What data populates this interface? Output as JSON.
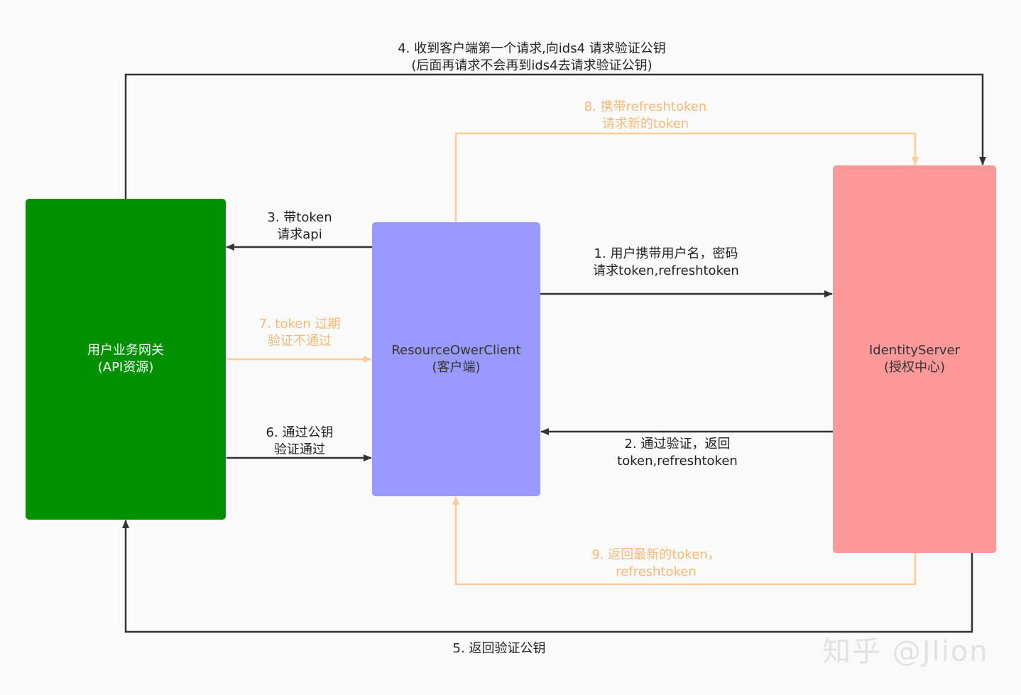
{
  "nodes": {
    "gateway": {
      "line1": "用户业务网关",
      "line2": "(API资源)"
    },
    "client": {
      "line1": "ResourceOwerClient",
      "line2": "(客户端)"
    },
    "identity": {
      "line1": "IdentityServer",
      "line2": "(授权中心)"
    }
  },
  "edges": {
    "step1": {
      "line1": "1. 用户携带用户名，密码",
      "line2": "请求token,refreshtoken"
    },
    "step2": {
      "line1": "2. 通过验证，返回",
      "line2": "token,refreshtoken"
    },
    "step3": {
      "line1": "3. 带token",
      "line2": "请求api"
    },
    "step4": {
      "line1": "4. 收到客户端第一个请求,向ids4 请求验证公钥",
      "line2": "(后面再请求不会再到ids4去请求验证公钥)"
    },
    "step5": {
      "line1": "5. 返回验证公钥"
    },
    "step6": {
      "line1": "6. 通过公钥",
      "line2": "验证通过"
    },
    "step7": {
      "line1": "7. token 过期",
      "line2": "验证不通过"
    },
    "step8": {
      "line1": "8. 携带refreshtoken",
      "line2": "请求新的token"
    },
    "step9": {
      "line1": "9. 返回最新的token，",
      "line2": "refreshtoken"
    }
  },
  "watermark": "知乎 @Jlion",
  "colors": {
    "gateway": "#009000",
    "client": "#9999ff",
    "identity": "#ff9999",
    "dark_edge": "#333333",
    "orange_edge": "#ffcc99",
    "orange_text": "#f5b97a"
  }
}
